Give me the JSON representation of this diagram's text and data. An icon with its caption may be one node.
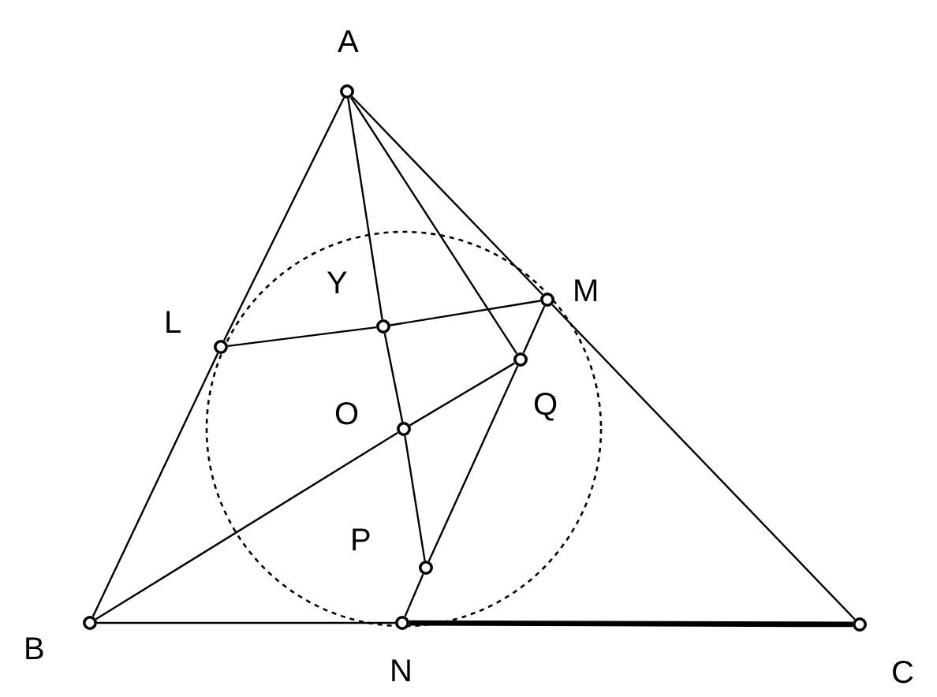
{
  "diagram": {
    "nodes": [
      {
        "text": [
          "A"
        ]
      },
      {
        "text": [
          "B"
        ]
      },
      {
        "text": [
          "C"
        ]
      },
      {
        "text": [
          "L"
        ]
      },
      {
        "text": [
          "M"
        ]
      },
      {
        "text": [
          "N"
        ]
      },
      {
        "text": [
          "Y"
        ]
      },
      {
        "text": [
          "O"
        ]
      },
      {
        "text": [
          "P"
        ]
      },
      {
        "text": [
          "Q"
        ]
      }
    ],
    "edges": [
      {
        "from": 0,
        "to": 3,
        "arrow": "none"
      },
      {
        "from": 3,
        "to": 1,
        "arrow": "none"
      },
      {
        "from": 0,
        "to": 4,
        "arrow": "none"
      },
      {
        "from": 4,
        "to": 2,
        "arrow": "none"
      },
      {
        "from": 1,
        "to": 5,
        "arrow": "none"
      },
      {
        "from": 5,
        "to": 2,
        "arrow": "none",
        "style": "thick"
      },
      {
        "from": 3,
        "to": 6,
        "arrow": "none"
      },
      {
        "from": 6,
        "to": 4,
        "arrow": "none"
      },
      {
        "from": 0,
        "to": 6,
        "arrow": "none"
      },
      {
        "from": 6,
        "to": 7,
        "arrow": "none"
      },
      {
        "from": 7,
        "to": 8,
        "arrow": "none"
      },
      {
        "from": 1,
        "to": 7,
        "arrow": "none"
      },
      {
        "from": 7,
        "to": 9,
        "arrow": "none"
      },
      {
        "from": 4,
        "to": 9,
        "arrow": "none"
      },
      {
        "from": 9,
        "to": 8,
        "arrow": "none"
      },
      {
        "from": 8,
        "to": 5,
        "arrow": "none"
      },
      {
        "from": 0,
        "to": 9,
        "arrow": "none"
      }
    ]
  }
}
